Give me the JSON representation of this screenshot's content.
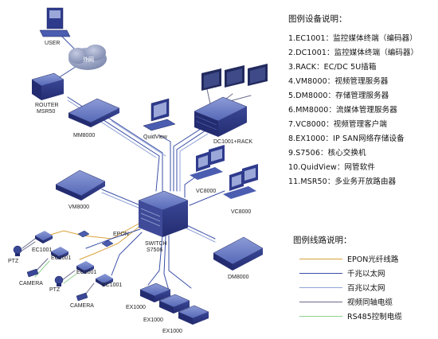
{
  "devices": {
    "user": "USER",
    "internet": "外网",
    "router": "ROUTER\nMSR50",
    "mm8000": "MM8000",
    "quidview": "QuidView",
    "dc1001_rack": "DC1001+RACK",
    "vm8000": "VM8000",
    "vc8000_a": "VC8000",
    "vc8000_b": "VC8000",
    "epon": "EPON",
    "switch": "SWITCH\nS7506",
    "dm8000": "DM8000",
    "ec1001_1": "EC1001",
    "ec1001_2": "EC1001",
    "ec1001_3": "EC1001",
    "ec1001_4": "EC1001",
    "ptz_1": "PTZ",
    "ptz_2": "PTZ",
    "camera_1": "CAMERA",
    "camera_2": "CAMERA",
    "ex1000_1": "EX1000",
    "ex1000_2": "EX1000",
    "ex1000_3": "EX1000"
  },
  "device_legend": {
    "title": "图例设备说明：",
    "items": [
      "1.EC1001：监控媒体终端（编码器）",
      "2.DC1001：监控媒体终端（编码器）",
      "3.RACK：EC/DC 5U插箱",
      "4.VM8000：视频管理服务器",
      "5.DM8000：存储管理服务器",
      "6.MM8000：流媒体管理服务器",
      "7.VC8000：视频管理客户端",
      "8.EX1000：IP SAN网络存储设备",
      "9.S7506：核心交换机",
      "10.QuidView：网管软件",
      "11.MSR50：多业务开放路由器"
    ]
  },
  "line_legend": {
    "title": "图例线路说明：",
    "items": [
      {
        "label": "EPON光纤线路",
        "color": "#d9a23a"
      },
      {
        "label": "千兆以太网",
        "color": "#3a4fa6"
      },
      {
        "label": "百兆以太网",
        "color": "#8fa2d6"
      },
      {
        "label": "视频同轴电缆",
        "color": "#6a6a8a"
      },
      {
        "label": "RS485控制电缆",
        "color": "#8fd08f"
      }
    ]
  },
  "colors": {
    "device_dark": "#2e3a8c",
    "device_mid": "#4b5db0",
    "device_light": "#7f8fcc",
    "cloud": "#8d97b8"
  }
}
